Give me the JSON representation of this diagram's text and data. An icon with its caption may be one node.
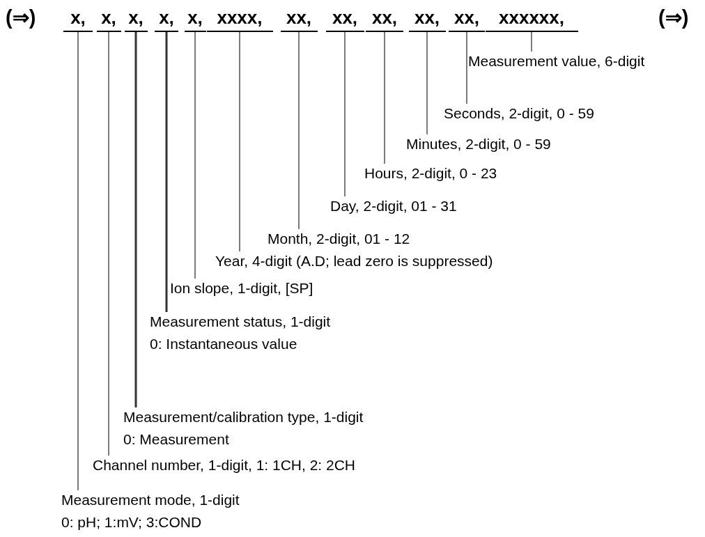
{
  "diagram": {
    "nodes": [
      {
        "text": [
          "x,"
        ]
      },
      {
        "text": [
          "x,"
        ]
      },
      {
        "text": [
          "x,"
        ]
      },
      {
        "text": [
          "x,"
        ]
      },
      {
        "text": [
          "x,"
        ]
      },
      {
        "text": [
          "xxxx,"
        ]
      },
      {
        "text": [
          "xx,"
        ]
      },
      {
        "text": [
          "xx,"
        ]
      },
      {
        "text": [
          "xx,"
        ]
      },
      {
        "text": [
          "xx,"
        ]
      },
      {
        "text": [
          "xx,"
        ]
      },
      {
        "text": [
          "xxxxxx,"
        ]
      },
      {
        "text": [
          "Measurement value, 6-digit"
        ]
      },
      {
        "text": [
          "Seconds, 2-digit, 0 - 59"
        ]
      },
      {
        "text": [
          "Minutes, 2-digit, 0 - 59"
        ]
      },
      {
        "text": [
          "Hours, 2-digit, 0 - 23"
        ]
      },
      {
        "text": [
          "Day, 2-digit, 01 - 31"
        ]
      },
      {
        "text": [
          "Month, 2-digit, 01 - 12"
        ]
      },
      {
        "text": [
          "Year, 4-digit (A.D; lead zero is suppressed)"
        ]
      },
      {
        "text": [
          "Ion slope, 1-digit, [SP]"
        ]
      },
      {
        "text": [
          "Measurement status, 1-digit",
          "0: Instantaneous value"
        ]
      },
      {
        "text": [
          "Measurement/calibration type, 1-digit",
          "0: Measurement"
        ]
      },
      {
        "text": [
          "Channel number, 1-digit, 1: 1CH,  2: 2CH"
        ]
      },
      {
        "text": [
          "Measurement mode, 1-digit",
          "0: pH; 1:mV; 3:COND"
        ]
      }
    ],
    "edges": [
      {
        "from": 12,
        "to": 11,
        "arrow": "none"
      },
      {
        "from": 13,
        "to": 10,
        "arrow": "none"
      },
      {
        "from": 14,
        "to": 9,
        "arrow": "none"
      },
      {
        "from": 15,
        "to": 8,
        "arrow": "none"
      },
      {
        "from": 16,
        "to": 7,
        "arrow": "none"
      },
      {
        "from": 17,
        "to": 6,
        "arrow": "none"
      },
      {
        "from": 18,
        "to": 5,
        "arrow": "none"
      },
      {
        "from": 19,
        "to": 4,
        "arrow": "none"
      },
      {
        "from": 20,
        "to": 3,
        "arrow": "none",
        "style": "thick"
      },
      {
        "from": 21,
        "to": 2,
        "arrow": "none",
        "style": "thick"
      },
      {
        "from": 22,
        "to": 1,
        "arrow": "none"
      },
      {
        "from": 23,
        "to": 0,
        "arrow": "none"
      }
    ],
    "labels": [
      "(⇒)",
      "(⇒)"
    ]
  }
}
